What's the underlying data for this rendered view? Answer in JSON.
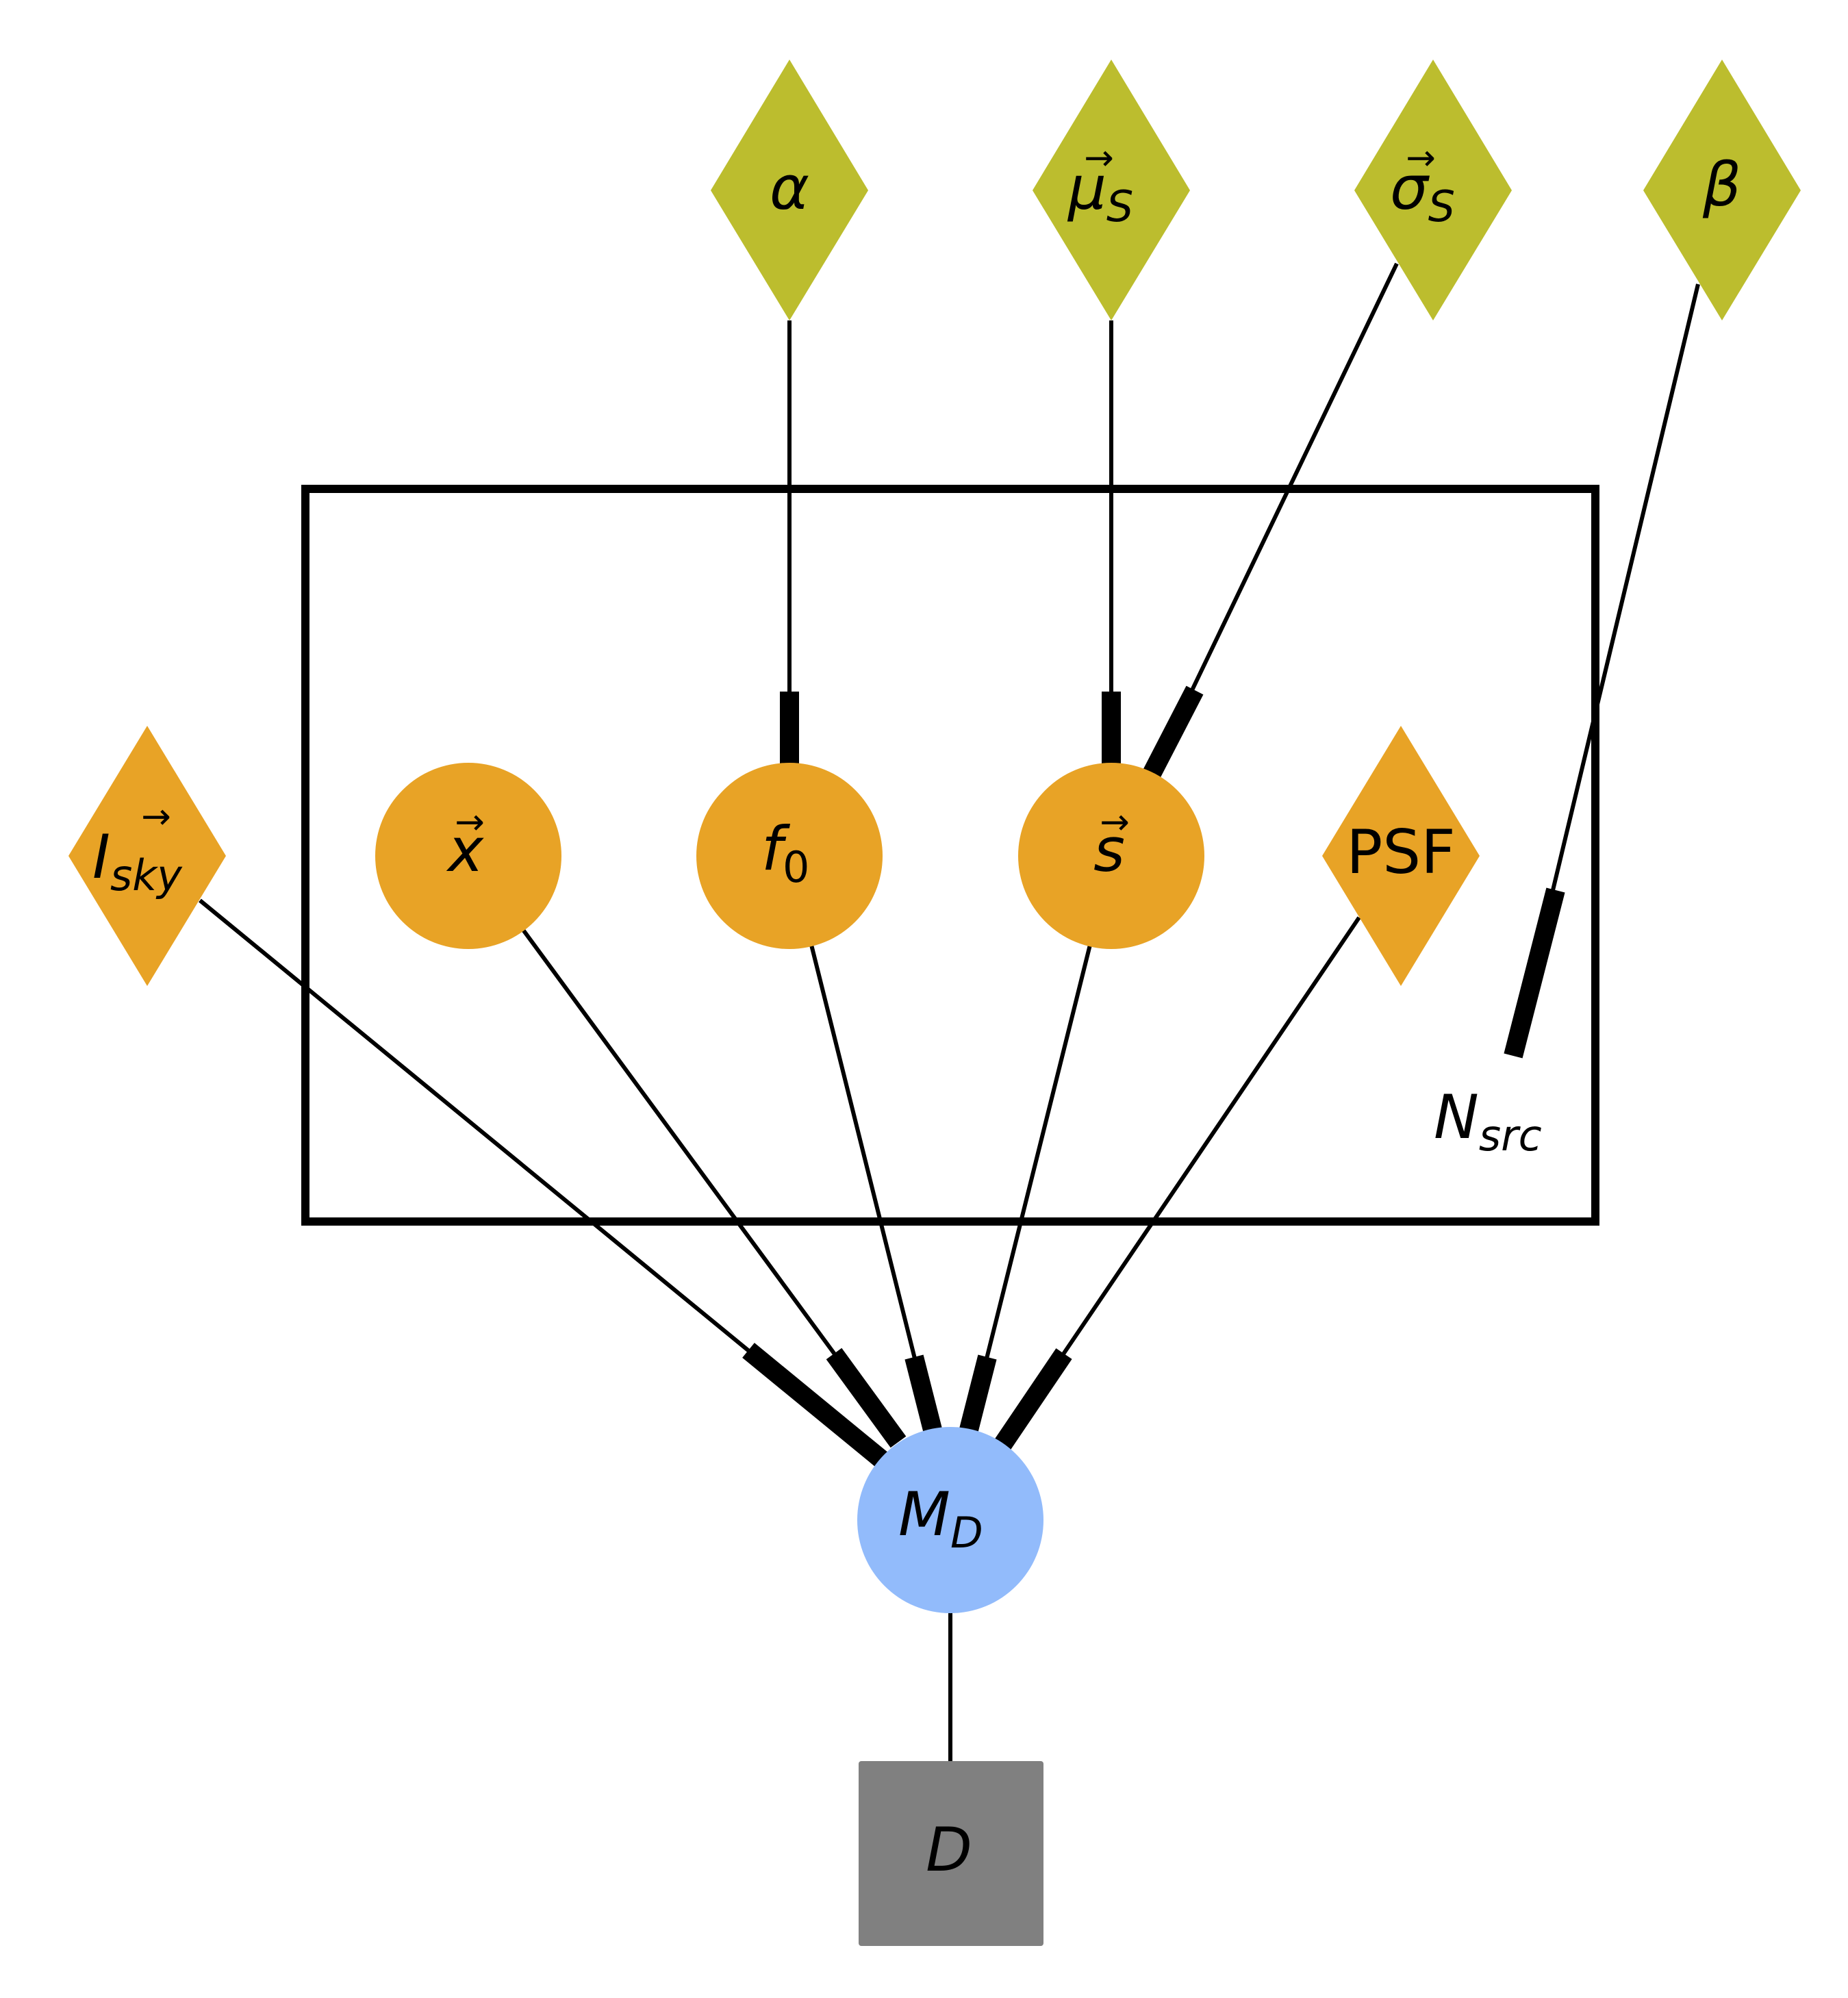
{
  "colors": {
    "hyperparameter": "#bcbd2e",
    "source_param": "#e8a326",
    "model": "#92bbfb",
    "data": "#808080",
    "edge": "#000000",
    "plate": "#000000"
  },
  "nodes": {
    "alpha": {
      "symbol": "α",
      "shape": "diamond",
      "color": "hyperparameter"
    },
    "mu_s": {
      "symbol": "μ",
      "subscript": "S",
      "vector": true,
      "shape": "diamond",
      "color": "hyperparameter"
    },
    "sigma_s": {
      "symbol": "σ",
      "subscript": "S",
      "vector": true,
      "shape": "diamond",
      "color": "hyperparameter"
    },
    "beta": {
      "symbol": "β",
      "shape": "diamond",
      "color": "hyperparameter"
    },
    "i_sky": {
      "symbol": "I",
      "subscript": "sky",
      "vector": true,
      "shape": "diamond",
      "color": "source_param"
    },
    "x": {
      "symbol": "x",
      "vector": true,
      "shape": "circle",
      "color": "source_param"
    },
    "f0": {
      "symbol": "f",
      "subscript": "0",
      "shape": "circle",
      "color": "source_param"
    },
    "s": {
      "symbol": "s",
      "vector": true,
      "shape": "circle",
      "color": "source_param"
    },
    "psf": {
      "symbol": "PSF",
      "shape": "diamond",
      "color": "source_param"
    },
    "m_d": {
      "symbol": "M",
      "subscript": "D",
      "shape": "circle",
      "color": "model"
    },
    "d": {
      "symbol": "D",
      "shape": "square",
      "color": "data"
    }
  },
  "plate": {
    "label": "N",
    "label_subscript": "src"
  },
  "edges": [
    {
      "from": "alpha",
      "to": "f0",
      "directed": true
    },
    {
      "from": "mu_s",
      "to": "s",
      "directed": true
    },
    {
      "from": "sigma_s",
      "to": "s",
      "directed": true
    },
    {
      "from": "beta",
      "to": "plate",
      "directed": true
    },
    {
      "from": "i_sky",
      "to": "m_d",
      "directed": true
    },
    {
      "from": "x",
      "to": "m_d",
      "directed": true
    },
    {
      "from": "f0",
      "to": "m_d",
      "directed": true
    },
    {
      "from": "s",
      "to": "m_d",
      "directed": true
    },
    {
      "from": "psf",
      "to": "m_d",
      "directed": true
    },
    {
      "from": "m_d",
      "to": "d",
      "directed": false
    }
  ]
}
